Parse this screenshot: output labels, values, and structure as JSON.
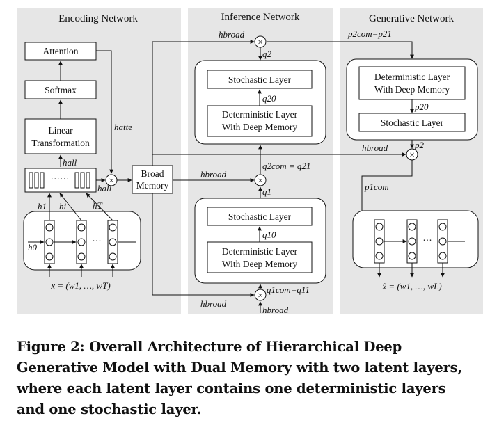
{
  "panels": {
    "encoding": "Encoding Network",
    "inference": "Inference Network",
    "generative": "Generative Network"
  },
  "encoding": {
    "attention": "Attention",
    "softmax": "Softmax",
    "linear_l1": "Linear",
    "linear_l2": "Transformation",
    "h_atte": "hatte",
    "h_all_top": "hall",
    "h_all_side": "hall",
    "h_1": "h1",
    "h_i": "hi",
    "h_T": "hT",
    "h_0": "h0",
    "x_seq": "x = (w1, …, wT)"
  },
  "broad_memory": {
    "l1": "Broad",
    "l2": "Memory"
  },
  "inference": {
    "h_broad_top": "hbroad",
    "q2": "q2",
    "stoch_top": "Stochastic Layer",
    "q2_0": "q20",
    "det_top_l1": "Deterministic Layer",
    "det_top_l2": "With Deep Memory",
    "q2com_eq": "q2com = q21",
    "h_broad_mid": "hbroad",
    "q1": "q1",
    "stoch_bot": "Stochastic Layer",
    "q1_0": "q10",
    "det_bot_l1": "Deterministic Layer",
    "det_bot_l2": "With Deep Memory",
    "h_broad_bot": "hbroad",
    "q1com_eq": "q1com=q11",
    "h_broad_in": "hbroad"
  },
  "generative": {
    "p2com_eq": "p2com=p21",
    "det_l1": "Deterministic Layer",
    "det_l2": "With Deep Memory",
    "p2_0": "p20",
    "stoch": "Stochastic Layer",
    "h_broad": "hbroad",
    "p2": "p2",
    "p1com": "p1com",
    "xhat_seq": "x̂ = (w1, …, wL)"
  },
  "caption": "Figure 2: Overall Architecture of Hierarchical Deep Generative Model with Dual Memory with two latent layers, where each latent layer contains one deterministic layers and one stochastic layer."
}
